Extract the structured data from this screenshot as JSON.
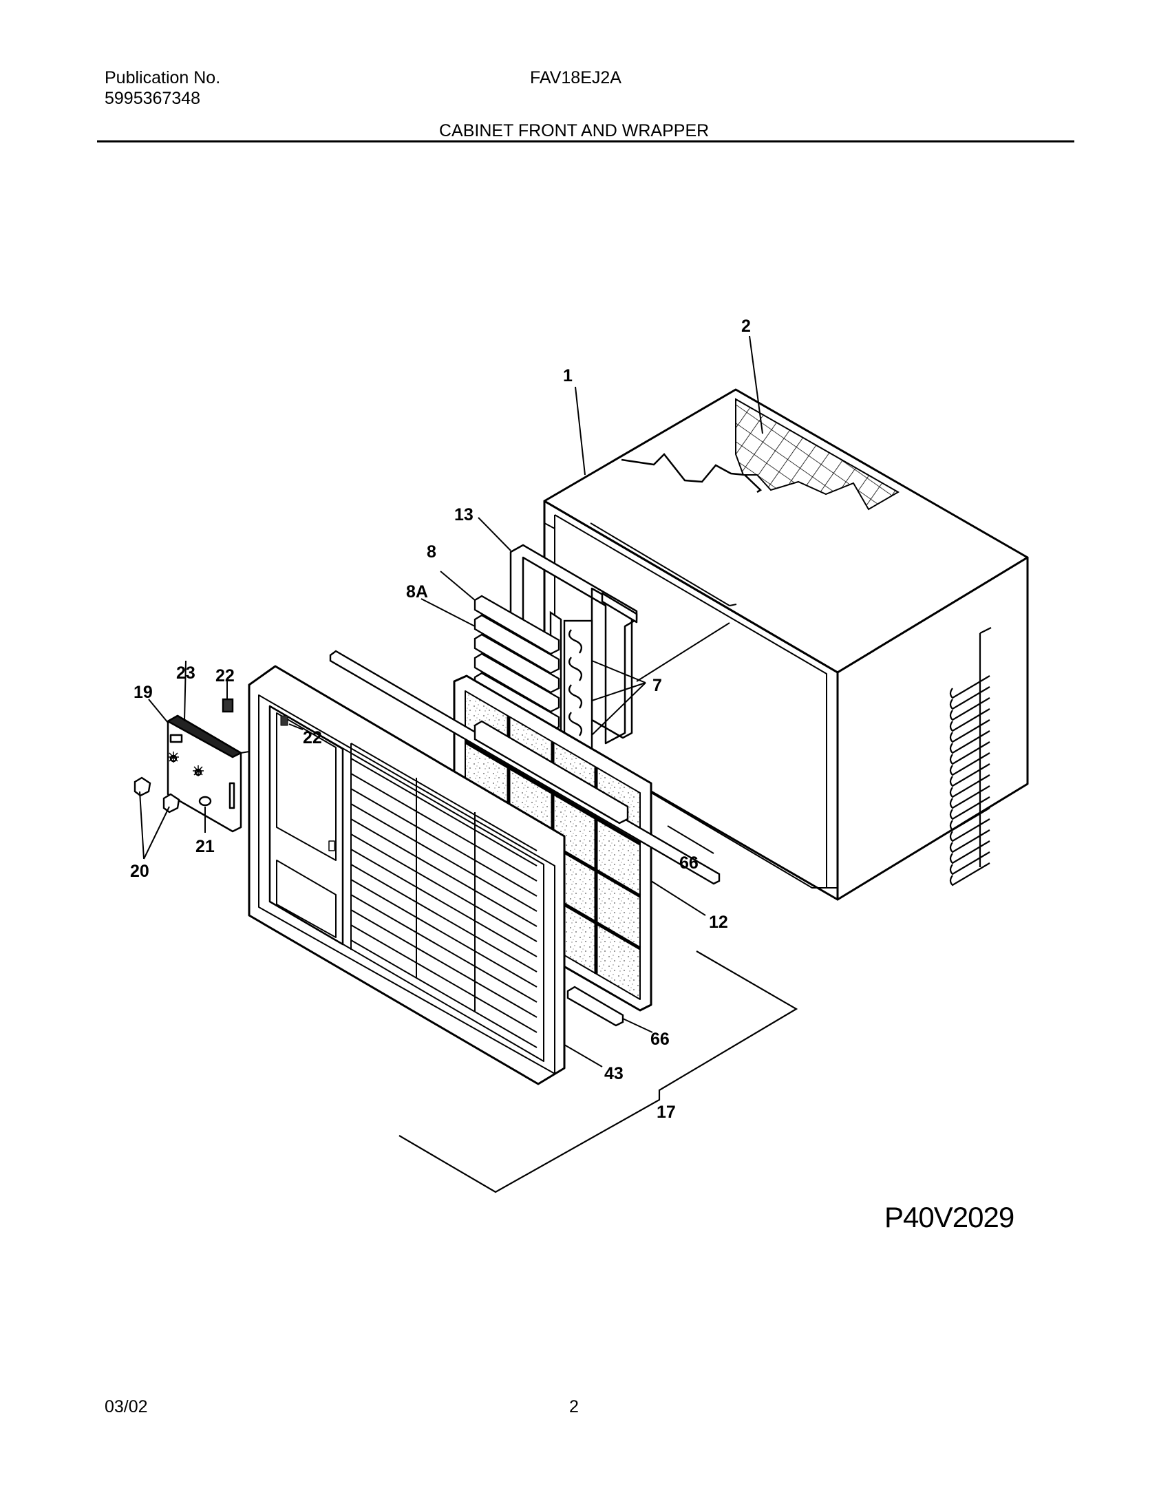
{
  "header": {
    "publication_label": "Publication No.",
    "publication_number": "5995367348",
    "model": "FAV18EJ2A",
    "section_title": "CABINET FRONT AND WRAPPER"
  },
  "diagram": {
    "callouts": {
      "c1": "1",
      "c2": "2",
      "c7": "7",
      "c8": "8",
      "c8a": "8A",
      "c12": "12",
      "c13": "13",
      "c17": "17",
      "c19": "19",
      "c20": "20",
      "c21": "21",
      "c22a": "22",
      "c22b": "22",
      "c23": "23",
      "c43": "43",
      "c66a": "66",
      "c66b": "66"
    },
    "figure_code": "P40V2029"
  },
  "footer": {
    "date": "03/02",
    "page": "2"
  }
}
